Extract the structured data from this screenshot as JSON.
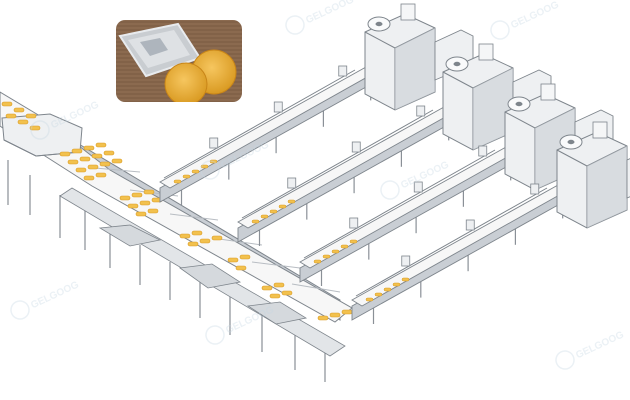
{
  "image": {
    "kind": "product illustration",
    "subject": "automatic biscuit sorting and flow wrapping packaging line",
    "inset_photo": "sealed clear pouch beside two round golden biscuits on a wooden surface",
    "watermark_text": "GELGOOG",
    "wrapping_machine_count": 4,
    "colors": {
      "background": "#ffffff",
      "machine_body": "#eef0f2",
      "machine_shade": "#c9ced4",
      "machine_outline": "#7e858c",
      "conveyor_belt": "#f7f7f7",
      "biscuit": "#f2c14e",
      "biscuit_edge": "#d99a22",
      "inset_wood": "#8b6a4f"
    }
  }
}
